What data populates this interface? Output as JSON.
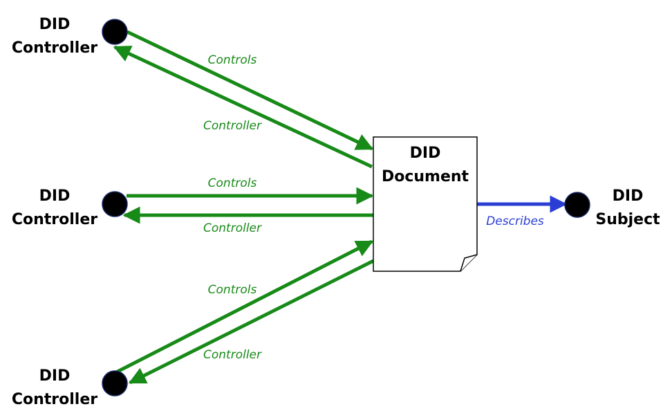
{
  "colors": {
    "controls_edge": "#178a17",
    "describes_edge": "#2b3ed4",
    "node_fill": "#000000",
    "document_fill": "#ffffff"
  },
  "nodes": {
    "controller_top": {
      "line1": "DID",
      "line2": "Controller"
    },
    "controller_middle": {
      "line1": "DID",
      "line2": "Controller"
    },
    "controller_bottom": {
      "line1": "DID",
      "line2": "Controller"
    },
    "subject": {
      "line1": "DID",
      "line2": "Subject"
    }
  },
  "document": {
    "line1": "DID",
    "line2": "Document"
  },
  "edges": {
    "top_controls": "Controls",
    "top_controller": "Controller",
    "middle_controls": "Controls",
    "middle_controller": "Controller",
    "bottom_controls": "Controls",
    "bottom_controller": "Controller",
    "describes": "Describes"
  }
}
